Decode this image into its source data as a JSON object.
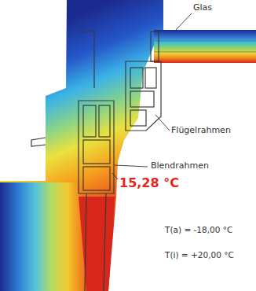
{
  "diagram": {
    "labels": [
      "Glas",
      "Flügelrahmen",
      "Blendrahmen",
      "15,28 °C",
      "T(a) = -18,00 °C",
      "T(i) = +20,00 °C"
    ]
  }
}
